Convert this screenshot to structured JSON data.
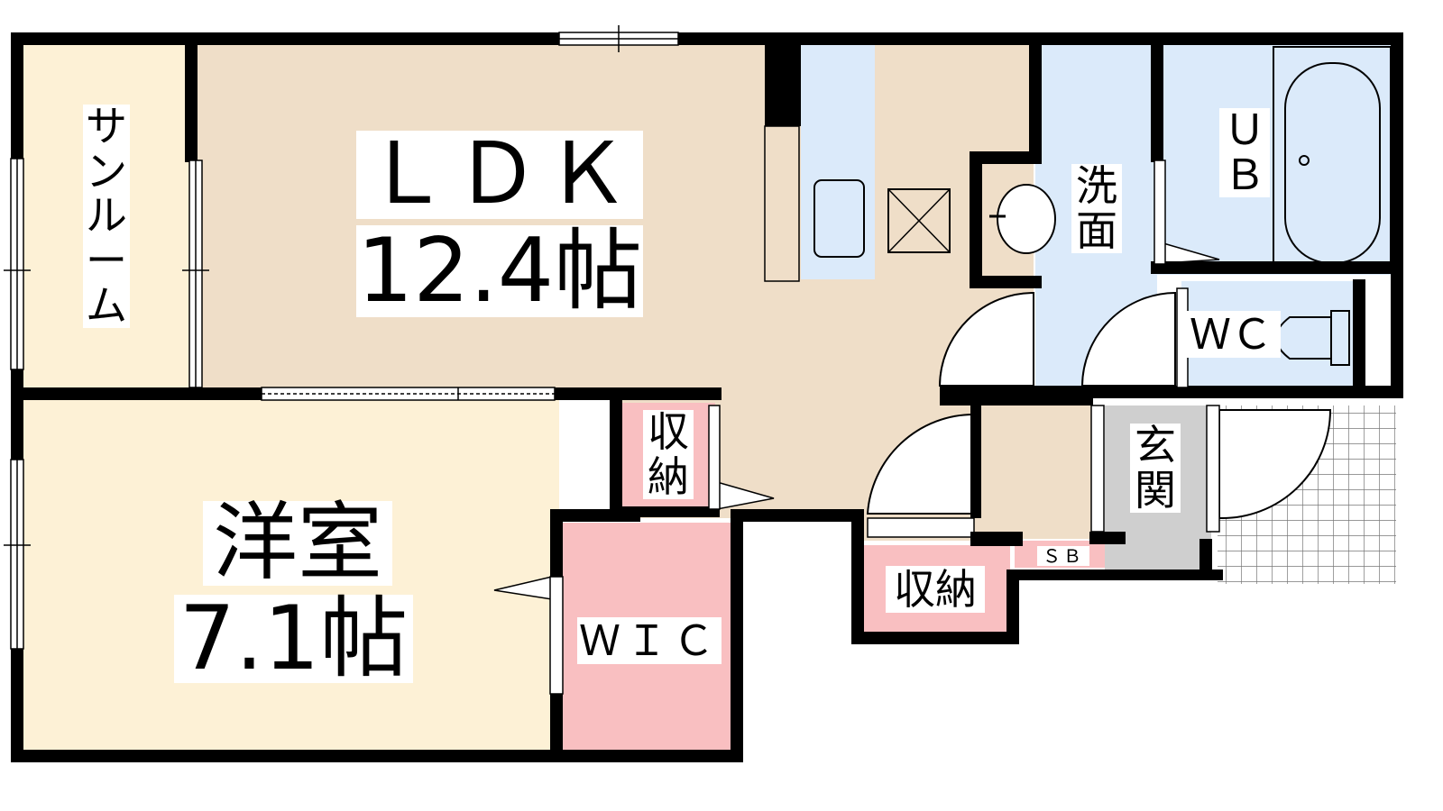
{
  "colors": {
    "ldk": "#efdec8",
    "sunroom": "#fdf1d6",
    "bedroom": "#fdf1d6",
    "wet": "#dbeafa",
    "storage": "#f9bfc1",
    "genkan": "#cfcfcf",
    "tile_grid": "#777777",
    "wall": "#000000"
  },
  "rooms": {
    "ldk": {
      "name": "ＬＤＫ",
      "size": "12.4帖"
    },
    "bedroom": {
      "name": "洋室",
      "size": "7.1帖"
    },
    "sunroom": {
      "chars": [
        "サ",
        "ン",
        "ル",
        "ー",
        "ム"
      ]
    },
    "wash": {
      "chars": [
        "洗",
        "面"
      ]
    },
    "bath": {
      "chars": [
        "Ｕ",
        "Ｂ"
      ]
    },
    "wc": {
      "name": "ＷＣ"
    },
    "storage_upper": {
      "chars": [
        "収",
        "納"
      ]
    },
    "storage_lower": {
      "name": "収納"
    },
    "wic": {
      "name": "ＷＩＣ"
    },
    "genkan": {
      "chars": [
        "玄",
        "関"
      ]
    },
    "shoebox": {
      "name": "ＳＢ"
    }
  }
}
